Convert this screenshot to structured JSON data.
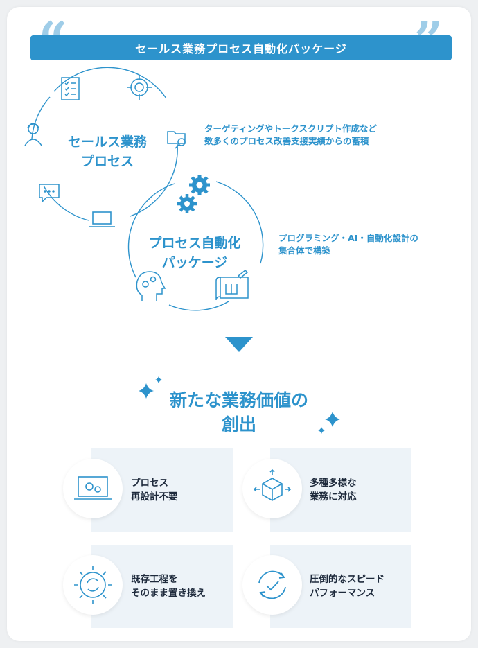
{
  "banner": {
    "title": "セールス業務プロセス自動化パッケージ"
  },
  "circle_sales": {
    "line1": "セールス業務",
    "line2": "プロセス"
  },
  "circle_auto": {
    "line1": "プロセス自動化",
    "line2": "パッケージ"
  },
  "desc_sales": {
    "line1": "ターゲティングやトークスクリプト作成など",
    "line2": "数多くのプロセス改善支援実績からの蓄積"
  },
  "desc_auto": {
    "line1": "プログラミング・AI・自動化設計の",
    "line2": "集合体で構築"
  },
  "headline": {
    "line1": "新たな業務価値の",
    "line2": "創出"
  },
  "benefits": [
    {
      "line1": "プロセス",
      "line2": "再設計不要",
      "icon": "laptop-gears-icon"
    },
    {
      "line1": "多種多様な",
      "line2": "業務に対応",
      "icon": "box-arrows-icon"
    },
    {
      "line1": "既存工程を",
      "line2": "そのまま置き換え",
      "icon": "gear-refresh-icon"
    },
    {
      "line1": "圧倒的なスピード",
      "line2": "パフォーマンス",
      "icon": "refresh-check-icon"
    }
  ],
  "colors": {
    "accent": "#2d93cc",
    "light": "#9fcde8",
    "panel": "#edf3f8",
    "text": "#1e2a3c"
  }
}
